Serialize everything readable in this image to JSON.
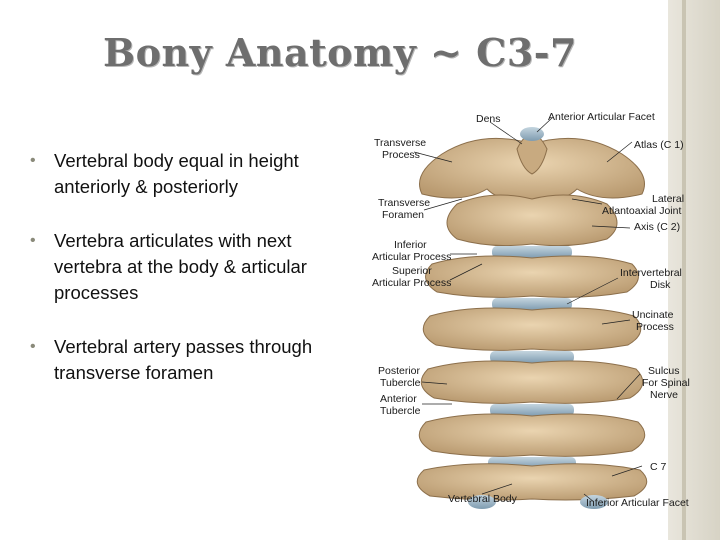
{
  "slide": {
    "title": "Bony Anatomy ~ C3-7",
    "bullets": [
      "Vertebral body equal in height anteriorly & posteriorly",
      "Vertebra articulates with next vertebra at the body & articular processes",
      "Vertebral artery passes through transverse foramen"
    ]
  },
  "figure": {
    "labels": {
      "dens": "Dens",
      "anterior_articular_facet": "Anterior Articular Facet",
      "transverse_process": [
        "Transverse",
        "Process"
      ],
      "atlas": "Atlas (C 1)",
      "transverse_foramen": [
        "Transverse",
        "Foramen"
      ],
      "lateral_atlantoaxial_joint": [
        "Lateral",
        "Atlantoaxial Joint"
      ],
      "axis": "Axis (C 2)",
      "inferior_articular_process": [
        "Inferior",
        "Articular Process"
      ],
      "superior_articular_process": [
        "Superior",
        "Articular Process"
      ],
      "intervertebral_disk": [
        "Intervertebral",
        "Disk"
      ],
      "uncinate_process": [
        "Uncinate",
        "Process"
      ],
      "posterior_tubercle": [
        "Posterior",
        "Tubercle"
      ],
      "anterior_tubercle": [
        "Anterior",
        "Tubercle"
      ],
      "sulcus": [
        "Sulcus",
        "For Spinal",
        "Nerve"
      ],
      "c7": "C 7",
      "vertebral_body": "Vertebral Body",
      "inferior_articular_facet": "Inferior Articular Facet"
    }
  },
  "colors": {
    "bone": "#d8bc93",
    "bone_dark": "#a98a63",
    "disk": "#9fb8c8",
    "title": "#6e6e6e"
  }
}
